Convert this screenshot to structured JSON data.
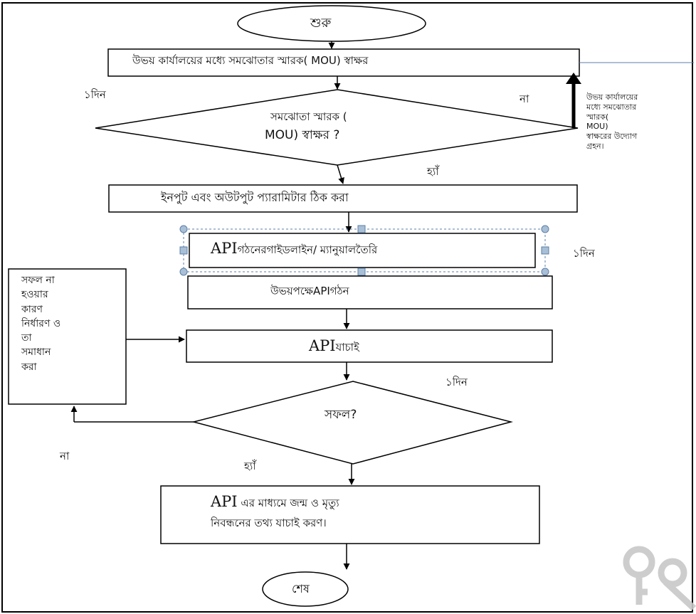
{
  "nodes": {
    "start": "শুরু",
    "mou_sign": "উভয় কার্যালয়ের মধ্যে সমঝোতার স্মারক( MOU) স্বাক্ষর",
    "mou_decision_line1": "সমঝোতা স্মারক (",
    "mou_decision_line2": "MOU) স্বাক্ষর ?",
    "params": "ইনপুট এবং অউটপুট প্যারামিটার ঠিক করা",
    "guideline_api": "API",
    "guideline_rest": "গঠনেরগাইডলাইন/ ম্যানুয়ালতৈরি",
    "build_api_prefix": "উভয়পক্ষেAPI",
    "build_api_suffix": "গঠন",
    "verify_api_prefix": "API",
    "verify_api_suffix": "যাচাই",
    "success_decision": "সফল?",
    "final_line1_api": "API",
    "final_line1_rest": " এর মাধ্যমে জন্ম ও মৃত্যু",
    "final_line2": "নিবন্ধনের তথ্য যাচাই করণ।",
    "end": "শেষ"
  },
  "side_notes": {
    "mou_initiative": [
      "উভয় কার্যালয়ের",
      "মধ্যে সমঝোতার",
      "স্মারক(",
      "MOU)",
      "স্বাক্ষরের উদ্যোগ",
      "গ্রহন।"
    ],
    "failure_fix": [
      "সফল না",
      "হওয়ার",
      "কারণ",
      "নির্ধারণ ও",
      "তা",
      "সমাধান",
      "করা"
    ]
  },
  "edge_labels": {
    "one_day_1": "১দিন",
    "no_1": "না",
    "yes_1": "হ্যাঁ",
    "one_day_2": "১দিন",
    "one_day_3": "১দিন",
    "no_2": "না",
    "yes_2": "হ্যাঁ"
  },
  "watermark": "key-icon"
}
